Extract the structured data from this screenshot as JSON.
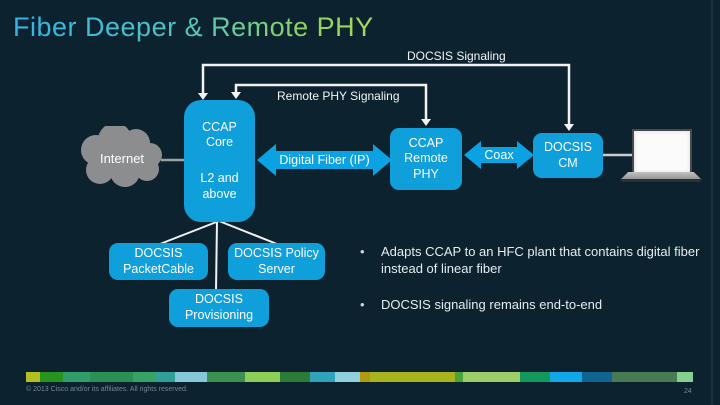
{
  "slide": {
    "title": "Fiber Deeper & Remote PHY",
    "footer": "© 2013 Cisco and/or its affiliates. All rights reserved.",
    "page_number": "24"
  },
  "diagram": {
    "nodes": {
      "internet": {
        "label": "Internet"
      },
      "ccap_core": {
        "line1": "CCAP Core",
        "line2": "L2 and above"
      },
      "ccap_remote_phy": {
        "label": "CCAP Remote PHY"
      },
      "docsis_cm": {
        "label": "DOCSIS CM"
      },
      "docsis_packetcable": {
        "label": "DOCSIS PacketCable"
      },
      "docsis_policy_server": {
        "label": "DOCSIS Policy Server"
      },
      "docsis_provisioning": {
        "label": "DOCSIS Provisioning"
      }
    },
    "connectors": {
      "docsis_signaling": "DOCSIS Signaling",
      "remote_phy_signaling": "Remote PHY Signaling",
      "digital_fiber": "Digital Fiber (IP)",
      "coax": "Coax"
    }
  },
  "bullets": [
    "Adapts CCAP to an HFC plant that contains digital fiber instead of linear fiber",
    "DOCSIS signaling remains end-to-end"
  ],
  "colors": {
    "background": "#0c222f",
    "node_blue": "#0f9fda",
    "arrow_blue": "#0aa2e2",
    "cloud_gray": "#8b8d8f",
    "title_gradient_start": "#35b3e8",
    "title_gradient_end": "#a9da5e",
    "connector_white": "#f2f2f2"
  },
  "footer_strip": {
    "segments": [
      {
        "color": "#b5bf1f",
        "width": 14
      },
      {
        "color": "#27941e",
        "width": 23
      },
      {
        "color": "#2f9e68",
        "width": 27
      },
      {
        "color": "#2a9153",
        "width": 43
      },
      {
        "color": "#36a364",
        "width": 22
      },
      {
        "color": "#2f9f97",
        "width": 20
      },
      {
        "color": "#85c8d8",
        "width": 32
      },
      {
        "color": "#3c9150",
        "width": 38
      },
      {
        "color": "#8ccf57",
        "width": 35
      },
      {
        "color": "#2b7c37",
        "width": 30
      },
      {
        "color": "#2fa3ba",
        "width": 25
      },
      {
        "color": "#8fd0dc",
        "width": 25
      },
      {
        "color": "#b09a10",
        "width": 10
      },
      {
        "color": "#a9b41a",
        "width": 85
      },
      {
        "color": "#49a43a",
        "width": 8
      },
      {
        "color": "#9ccf6a",
        "width": 57
      },
      {
        "color": "#129a5c",
        "width": 30
      },
      {
        "color": "#10a8e8",
        "width": 32
      },
      {
        "color": "#0e6592",
        "width": 30
      },
      {
        "color": "#487b53",
        "width": 65
      },
      {
        "color": "#85cf91",
        "width": 16
      }
    ]
  }
}
